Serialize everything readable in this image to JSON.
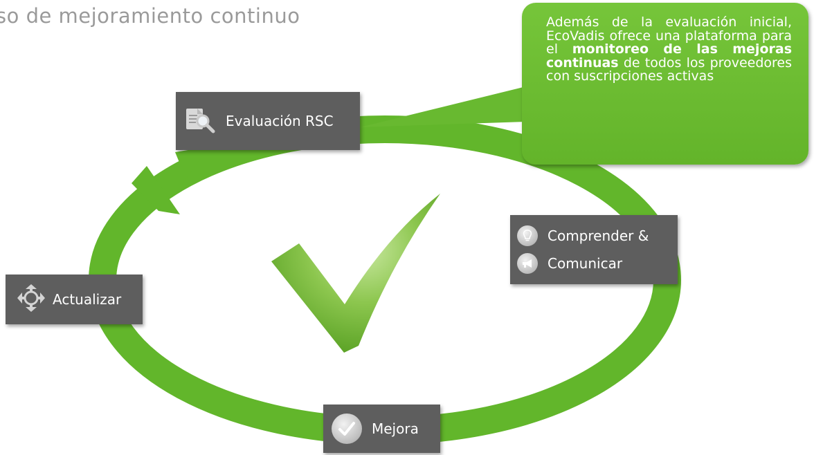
{
  "title": "so de mejoramiento continuo",
  "callout": {
    "text_part1": "Además de la evaluación inicial, EcoVadis ofrece una plataforma para el ",
    "text_bold": "monitoreo de las mejoras continuas",
    "text_part2": " de todos los proveedores con suscripciones activas"
  },
  "cycle": {
    "evaluacion": {
      "label": "Evaluación RSC",
      "icon": "document-search-icon"
    },
    "comprender": {
      "label": "Comprender &",
      "icon": "lightbulb-icon"
    },
    "comunicar": {
      "label": "Comunicar",
      "icon": "megaphone-icon"
    },
    "actualizar": {
      "label": "Actualizar",
      "icon": "refresh-arrows-icon"
    },
    "mejora": {
      "label": "Mejora",
      "icon": "check-circle-icon"
    }
  },
  "colors": {
    "ring_green": "#62b62b",
    "callout_green": "#6abb31",
    "label_gray": "#5e5e5e",
    "title_gray": "#9a9a9a"
  }
}
